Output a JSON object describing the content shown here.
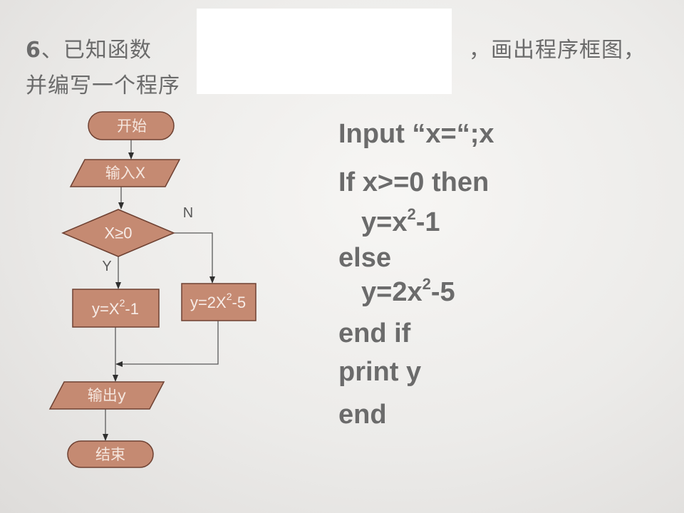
{
  "question": {
    "number": "6",
    "part1": "、已知函数",
    "part2": "，画出程序框图，",
    "line2": "并编写一个程序"
  },
  "flowchart": {
    "start": "开始",
    "input": "输入X",
    "condition": "X≥0",
    "yes": "Y",
    "no": "N",
    "yes_branch": {
      "base": "y=X",
      "exp": "2",
      "rest": "-1"
    },
    "no_branch": {
      "base": "y=2X",
      "exp": "2",
      "rest": "-5"
    },
    "output": "输出y",
    "end": "结束"
  },
  "program": {
    "line1": "Input  “x=“;x",
    "line2": "If  x>=0  then",
    "line3": {
      "base": "y=x",
      "exp": "2",
      "rest": "-1"
    },
    "line4": "else",
    "line5": {
      "base": "y=2x",
      "exp": "2",
      "rest": "-5"
    },
    "line6": "end  if",
    "line7": "print y",
    "line8": "end"
  },
  "colors": {
    "box_fill": "#c58a72",
    "box_stroke": "#6e4132",
    "text": "#6b6b6b",
    "cover": "#ffffff"
  }
}
